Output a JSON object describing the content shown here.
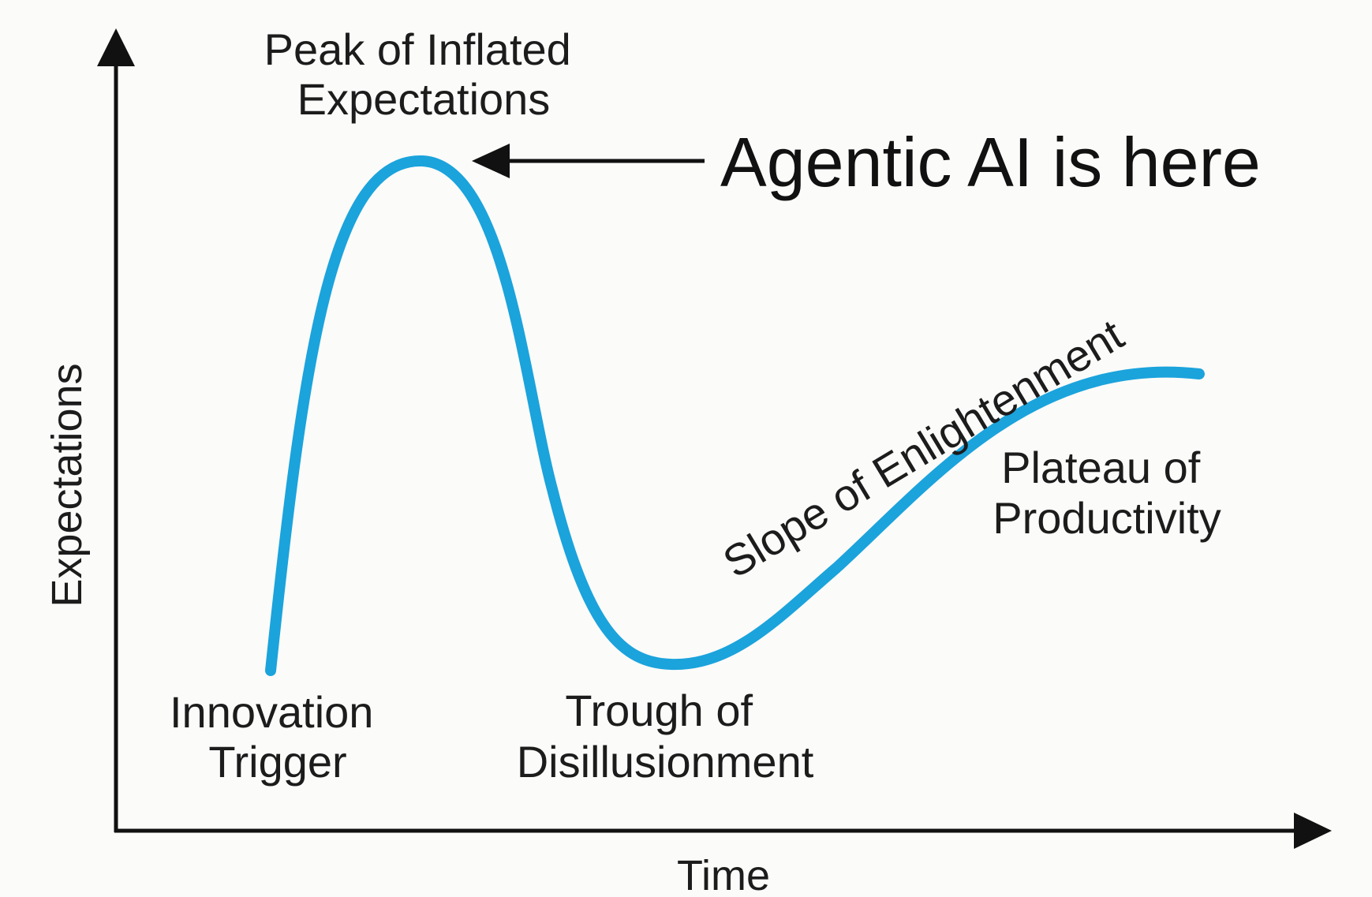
{
  "diagram": {
    "x_axis_label": "Time",
    "y_axis_label": "Expectations",
    "curve_color": "#1ba3dc",
    "axis_color": "#111111",
    "phases": {
      "innovation_trigger": [
        "Innovation",
        "Trigger"
      ],
      "peak": [
        "Peak of Inflated",
        "Expectations"
      ],
      "trough": [
        "Trough of",
        "Disillusionment"
      ],
      "slope": "Slope of Enlightenment",
      "plateau": [
        "Plateau of",
        "Productivity"
      ]
    },
    "callout": {
      "text": "Agentic AI is here",
      "points_to": "peak"
    }
  }
}
